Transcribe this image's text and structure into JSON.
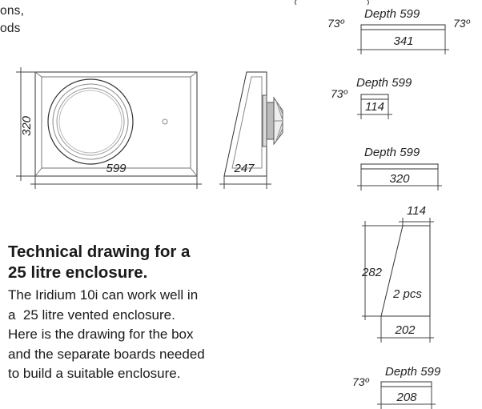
{
  "intro_fragment": {
    "line1": "ons,",
    "line2": "ods"
  },
  "main_drawing": {
    "height": "320",
    "width": "599",
    "depth": "247"
  },
  "parts": [
    {
      "depth": "Depth 599",
      "width": "341",
      "angle_left": "73º",
      "angle_right": "73º"
    },
    {
      "depth": "Depth 599",
      "width": "114",
      "angle_left": "73º"
    },
    {
      "depth": "Depth 599",
      "width": "320"
    },
    {
      "top": "114",
      "height": "282",
      "count": "2 pcs",
      "bottom": "202"
    },
    {
      "depth": "Depth 599",
      "width": "208",
      "angle_left": "73º"
    }
  ],
  "heading": {
    "line1": "Technical drawing for a",
    "line2": "25 litre enclosure."
  },
  "description": {
    "line1": "The Iridium 10i can work well in",
    "line2": "a  25 litre vented enclosure.",
    "line3": "Here is the drawing for the box",
    "line4": "and the separate boards needed",
    "line5": "to build a suitable enclosure."
  }
}
